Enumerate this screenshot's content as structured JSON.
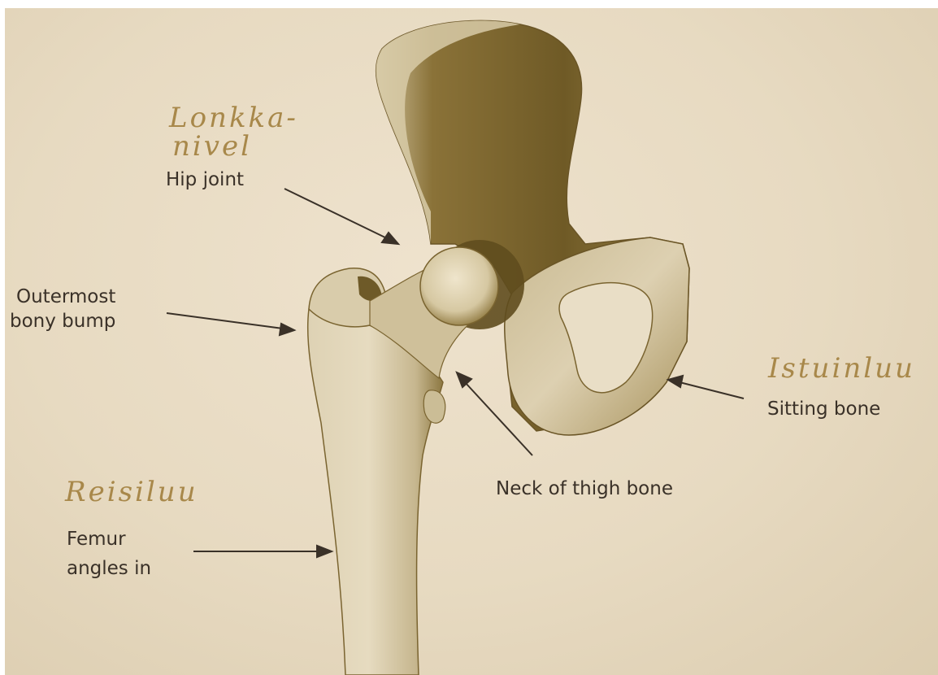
{
  "printed_labels": {
    "hip_joint": "Hip joint",
    "outermost_bump_line1": "Outermost",
    "outermost_bump_line2": "bony bump",
    "sitting_bone": "Sitting bone",
    "neck_of_thigh_bone": "Neck of thigh bone",
    "femur_line1": "Femur",
    "femur_line2": "angles in"
  },
  "handwritten_labels": {
    "lonkkanivel_line1": "Lonkka-",
    "lonkkanivel_line2": "nivel",
    "istuinluu": "Istuinluu",
    "reisiluu": "Reisiluu"
  },
  "colors": {
    "paper": "#e7dac1",
    "bone_light": "#e2d6ba",
    "bone_shadow": "#7a6430",
    "ink": "#3a3128",
    "handwriting": "#a8884a"
  }
}
